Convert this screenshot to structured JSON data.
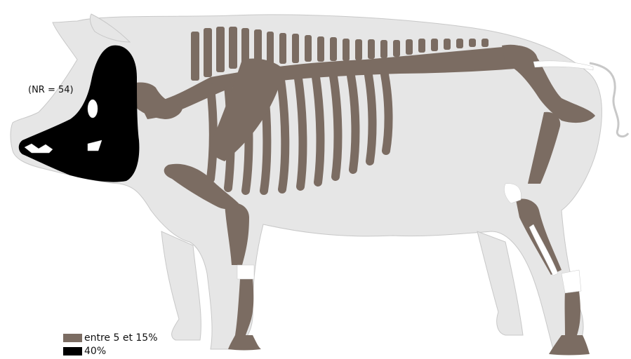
{
  "figure": {
    "sample_label": "(NR = 54)",
    "colors": {
      "body": "#e6e6e6",
      "outline": "#c8c8c8",
      "bone_low": "#7b6c62",
      "bone_high": "#000000",
      "bone_absent": "#ffffff"
    }
  },
  "legend": [
    {
      "label": "entre 5 et 15%",
      "color": "#7b6c62"
    },
    {
      "label": "40%",
      "color": "#000000"
    }
  ]
}
